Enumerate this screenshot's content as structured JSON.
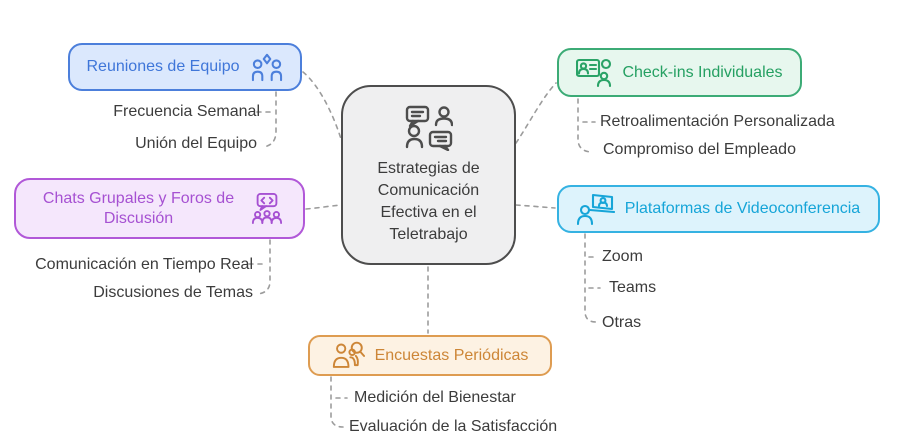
{
  "diagram": {
    "central": {
      "title": "Estrategias de\nComunicación\nEfectiva en el\nTeletrabajo",
      "icon": "conversation-icon",
      "background": "#efeff0",
      "border": "#4d4d4d"
    },
    "connector_color": "#9c9c9c",
    "branches": [
      {
        "label": "Reuniones de Equipo",
        "icon": "team-spark-icon",
        "accent": "#3f76d9",
        "background": "#dbe8fd",
        "children": [
          "Frecuencia Semanal",
          "Unión del Equipo"
        ]
      },
      {
        "label": "Chats Grupales y Foros de Discusión",
        "icon": "group-chat-forum-icon",
        "accent": "#a651d2",
        "background": "#f5e7fc",
        "children": [
          "Comunicación en Tiempo Real",
          "Discusiones de Temas"
        ]
      },
      {
        "label": "Check-ins Individuales",
        "icon": "video-checkin-icon",
        "accent": "#25a062",
        "background": "#e7f7ee",
        "children": [
          "Retroalimentación Personalizada",
          "Compromiso del Empleado"
        ]
      },
      {
        "label": "Plataformas de Videoconferencia",
        "icon": "videoconference-icon",
        "accent": "#16a5d8",
        "background": "#ddf3fc",
        "children": [
          "Zoom",
          "Teams",
          "Otras"
        ]
      },
      {
        "label": "Encuestas Periódicas",
        "icon": "survey-people-icon",
        "accent": "#cd8637",
        "background": "#fdf2e3",
        "children": [
          "Medición del Bienestar",
          "Evaluación de la Satisfacción"
        ]
      }
    ]
  }
}
